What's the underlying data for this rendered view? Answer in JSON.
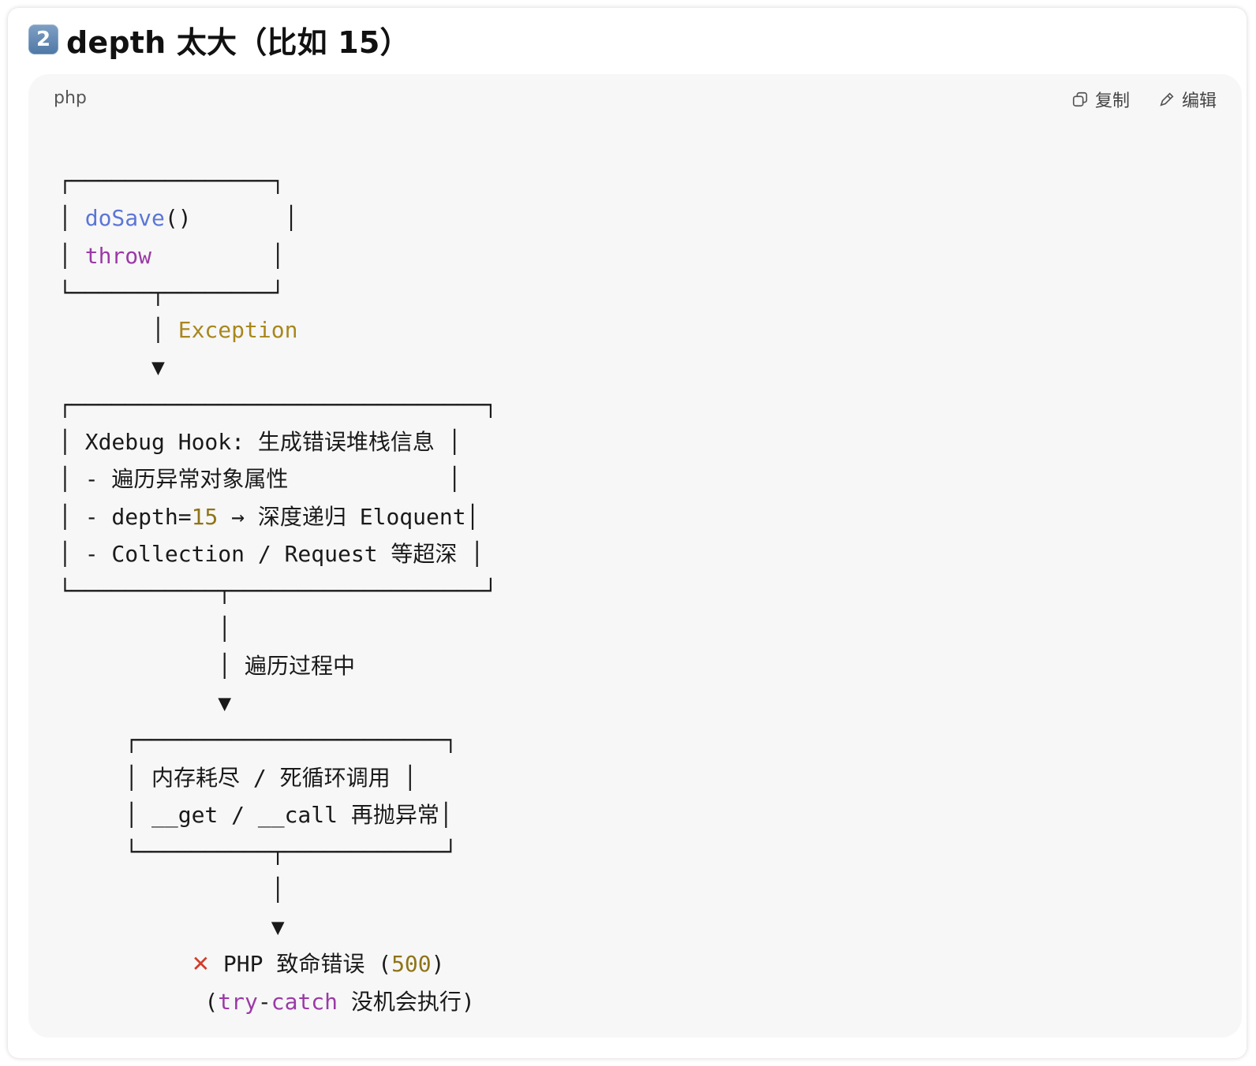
{
  "heading": {
    "badge": "2",
    "text": "depth 太大（比如 15）"
  },
  "code_block": {
    "language": "php",
    "copy_label": "复制",
    "edit_label": "编辑",
    "lines": {
      "l1": "┌───────────────┐",
      "l2a": "│ ",
      "l2b": "doSave",
      "l2c": "()       │",
      "l3a": "│ ",
      "l3b": "throw",
      "l3c": "         │",
      "l4": "└──────┬────────┘",
      "l5a": "       │ ",
      "l5b": "Exception",
      "l6": "       ▼",
      "l7": "┌───────────────────────────────┐",
      "l8": "│ Xdebug Hook: 生成错误堆栈信息 │",
      "l9": "│ - 遍历异常对象属性            │",
      "l10a": "│ - depth=",
      "l10b": "15",
      "l10c": " → 深度递归 Eloquent│",
      "l11": "│ - Collection / Request 等超深 │",
      "l12": "└───────────┬───────────────────┘",
      "l13": "            │",
      "l14": "            │ 遍历过程中",
      "l15": "            ▼",
      "l16": "     ┌───────────────────────┐",
      "l17": "     │ 内存耗尽 / 死循环调用 │",
      "l18": "     │ __get / __call 再抛异常│",
      "l19": "     └──────────┬────────────┘",
      "l20": "                │",
      "l21": "                ▼",
      "l22a": "          ",
      "l22b": "✕",
      "l22c": " PHP 致命错误 (",
      "l22d": "500",
      "l22e": ")",
      "l23a": "           (",
      "l23b": "try",
      "l23c": "-",
      "l23d": "catch",
      "l23e": " 没机会执行)"
    }
  },
  "colors": {
    "function": "#5b76d6",
    "keyword": "#9b3aa6",
    "type": "#a8871d",
    "number": "#8f7418",
    "error_mark": "#d23c2b"
  },
  "icons": {
    "copy": "copy-icon",
    "edit": "pencil-icon"
  }
}
